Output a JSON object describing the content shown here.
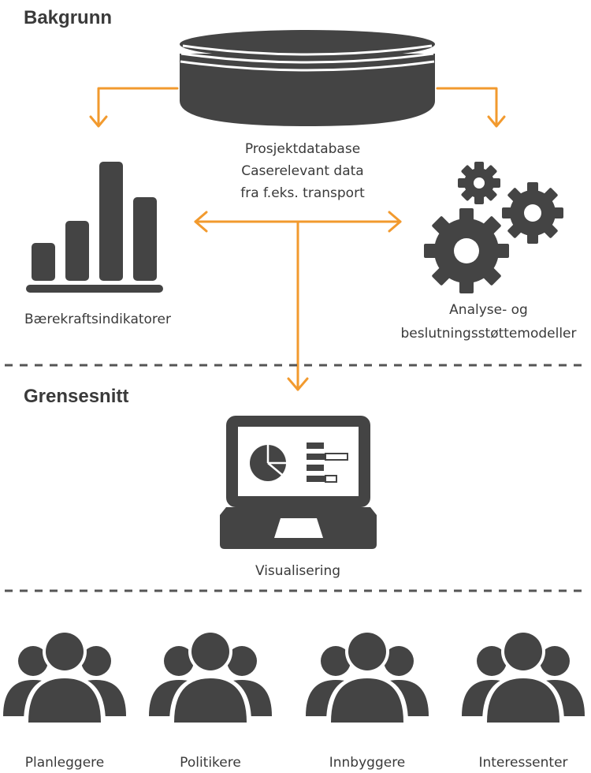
{
  "sections": {
    "background_title": "Bakgrunn",
    "interface_title": "Grensesnitt"
  },
  "database": {
    "lines": [
      "Prosjektdatabase",
      "Caserelevant data",
      "fra f.eks. transport"
    ],
    "icon": "database-icon"
  },
  "indicators": {
    "label": "Bærekraftsindikatorer",
    "icon": "bar-chart-icon"
  },
  "models": {
    "lines": [
      "Analyse- og",
      "beslutningsstøttemodeller"
    ],
    "icon": "gears-icon"
  },
  "visualization": {
    "label": "Visualisering",
    "icon": "laptop-icon"
  },
  "groups": [
    {
      "label": "Planleggere",
      "icon": "people-group-icon"
    },
    {
      "label": "Politikere",
      "icon": "people-group-icon"
    },
    {
      "label": "Innbyggere",
      "icon": "people-group-icon"
    },
    {
      "label": "Interessenter",
      "icon": "people-group-icon"
    }
  ],
  "colors": {
    "arrow": "#f29a2e",
    "icon": "#444444",
    "text": "#3a3a3a"
  }
}
